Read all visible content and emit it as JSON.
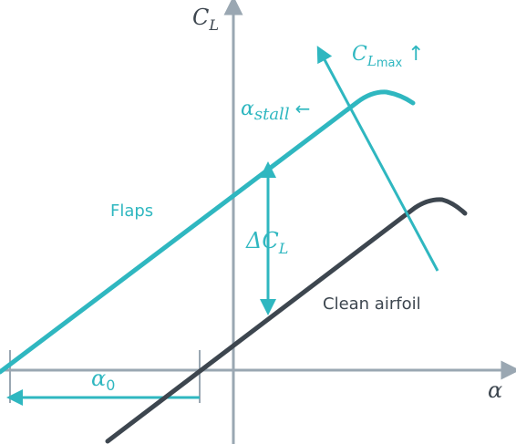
{
  "colors": {
    "flaps": "#2fb7c0",
    "clean": "#3d464f",
    "axis": "#9aa7b2"
  },
  "labels": {
    "cl_axis": "C",
    "cl_axis_sub": "L",
    "alpha_axis": "α",
    "clmax_main": "C",
    "clmax_sub1": "L",
    "clmax_sub2": "max",
    "clmax_arrow": "↑",
    "alpha_stall_main": "α",
    "alpha_stall_sub": "stall",
    "alpha_stall_arrow": "←",
    "flaps": "Flaps",
    "delta_cl_main": "ΔC",
    "delta_cl_sub": "L",
    "clean_airfoil": "Clean airfoil",
    "alpha0_main": "α",
    "alpha0_sub": "0"
  }
}
